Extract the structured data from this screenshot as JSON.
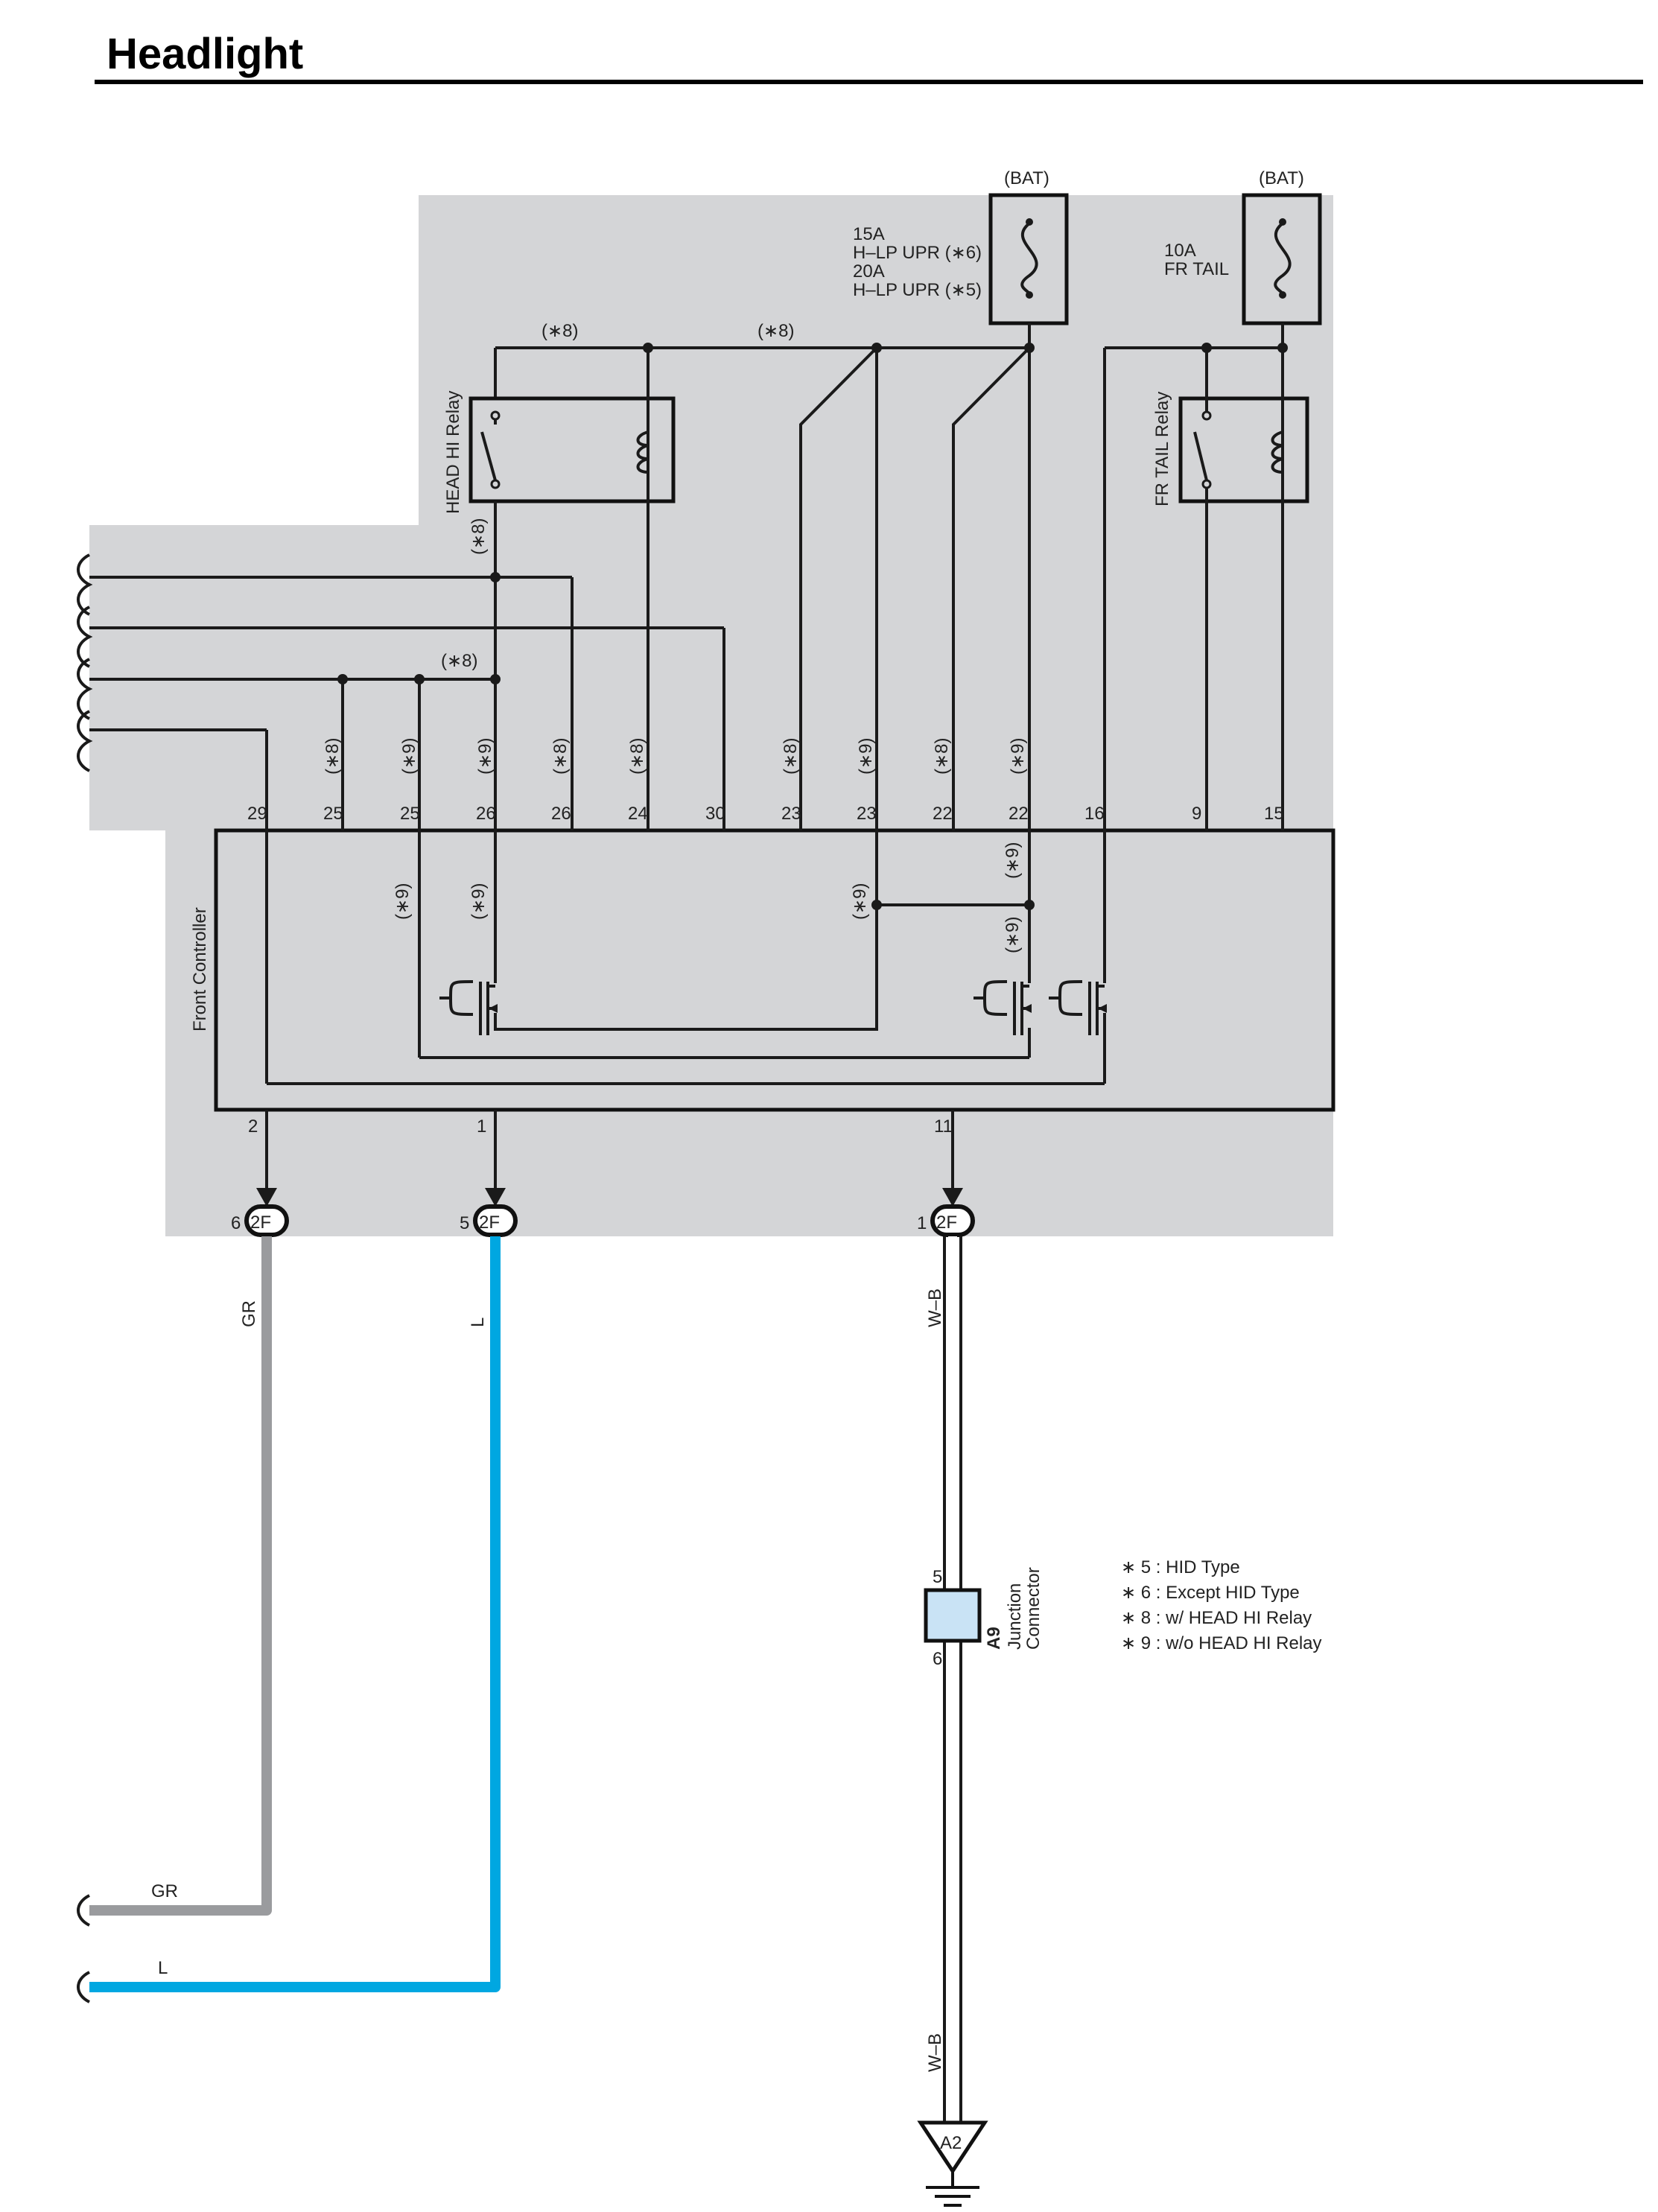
{
  "title": "Headlight",
  "colors": {
    "shade": "#d4d5d7",
    "wire": "#1a1a1a",
    "gray_wire": "#9a9b9e",
    "blue_wire": "#00a7e1",
    "junction_fill": "#c9e3f5"
  },
  "fuses": [
    {
      "source": "(BAT)",
      "lines": [
        "15A",
        "H–LP UPR (∗6)",
        "20A",
        "H–LP UPR (∗5)"
      ]
    },
    {
      "source": "(BAT)",
      "lines": [
        "10A",
        "FR TAIL"
      ]
    }
  ],
  "relays": {
    "head_hi": "HEAD HI Relay",
    "fr_tail": "FR TAIL Relay"
  },
  "branch_notes": {
    "top_left": "(∗8)",
    "top_right": "(∗8)",
    "relay_out": "(∗8)",
    "mid": "(∗8)"
  },
  "top_pins": [
    {
      "num": "29",
      "note": ""
    },
    {
      "num": "25",
      "note": "(∗8)"
    },
    {
      "num": "25",
      "note": "(∗9)"
    },
    {
      "num": "26",
      "note": "(∗9)"
    },
    {
      "num": "26",
      "note": "(∗8)"
    },
    {
      "num": "24",
      "note": "(∗8)"
    },
    {
      "num": "30",
      "note": ""
    },
    {
      "num": "23",
      "note": "(∗8)"
    },
    {
      "num": "23",
      "note": "(∗9)"
    },
    {
      "num": "22",
      "note": "(∗8)"
    },
    {
      "num": "22",
      "note": "(∗9)"
    },
    {
      "num": "16",
      "note": ""
    },
    {
      "num": "9",
      "note": ""
    },
    {
      "num": "15",
      "note": ""
    }
  ],
  "inside_notes": [
    "(∗9)",
    "(∗9)",
    "(∗9)",
    "(∗9)",
    "(∗9)"
  ],
  "controller": {
    "name": "Front Controller"
  },
  "bottom_pins": [
    {
      "pin": "2",
      "conn_pin": "6",
      "conn": "2F",
      "wire": "GR"
    },
    {
      "pin": "1",
      "conn_pin": "5",
      "conn": "2F",
      "wire": "L"
    },
    {
      "pin": "11",
      "conn_pin": "1",
      "conn": "2F",
      "wire": "W–B"
    }
  ],
  "junction": {
    "code": "A9",
    "label": [
      "Junction",
      "Connector"
    ],
    "pin_top": "5",
    "pin_bottom": "6"
  },
  "ground": {
    "code": "A2",
    "wire": "W–B"
  },
  "left_wires": [
    {
      "label": "GR"
    },
    {
      "label": "L"
    }
  ],
  "legend": [
    "∗ 5 : HID Type",
    "∗ 6 : Except HID Type",
    "∗ 8 : w/ HEAD HI Relay",
    "∗ 9 : w/o HEAD HI Relay"
  ]
}
